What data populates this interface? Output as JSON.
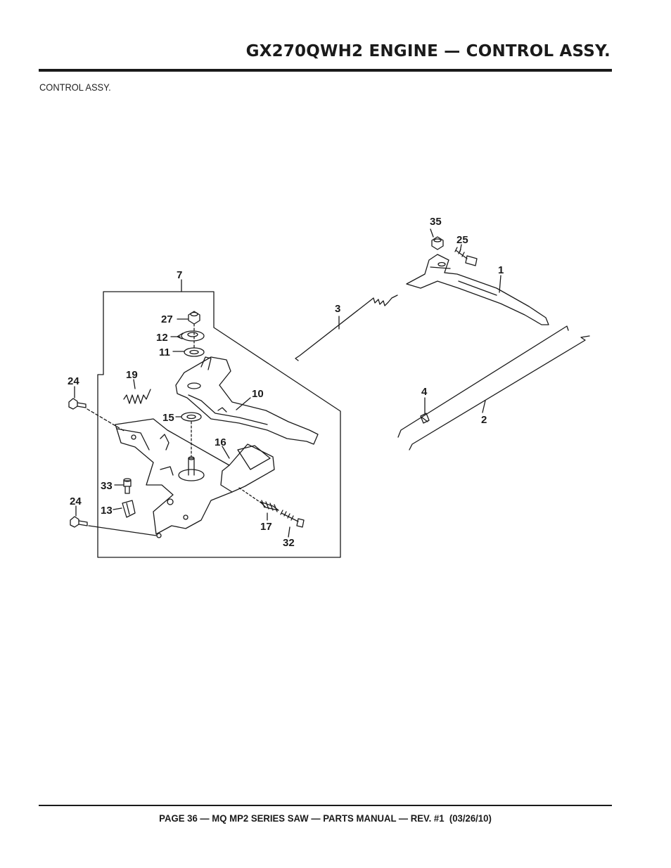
{
  "header": {
    "title": "GX270QWH2 ENGINE — CONTROL ASSY."
  },
  "section": {
    "label": "CONTROL ASSY."
  },
  "diagram": {
    "callouts": {
      "c1": "1",
      "c2": "2",
      "c3": "3",
      "c4": "4",
      "c7": "7",
      "c10": "10",
      "c11": "11",
      "c12": "12",
      "c13": "13",
      "c15": "15",
      "c16": "16",
      "c17": "17",
      "c19": "19",
      "c24a": "24",
      "c24b": "24",
      "c25": "25",
      "c27": "27",
      "c32": "32",
      "c33": "33",
      "c35": "35"
    }
  },
  "footer": {
    "text": "PAGE 36 — MQ MP2 SERIES SAW — PARTS MANUAL — REV. #1  (03/26/10)"
  }
}
